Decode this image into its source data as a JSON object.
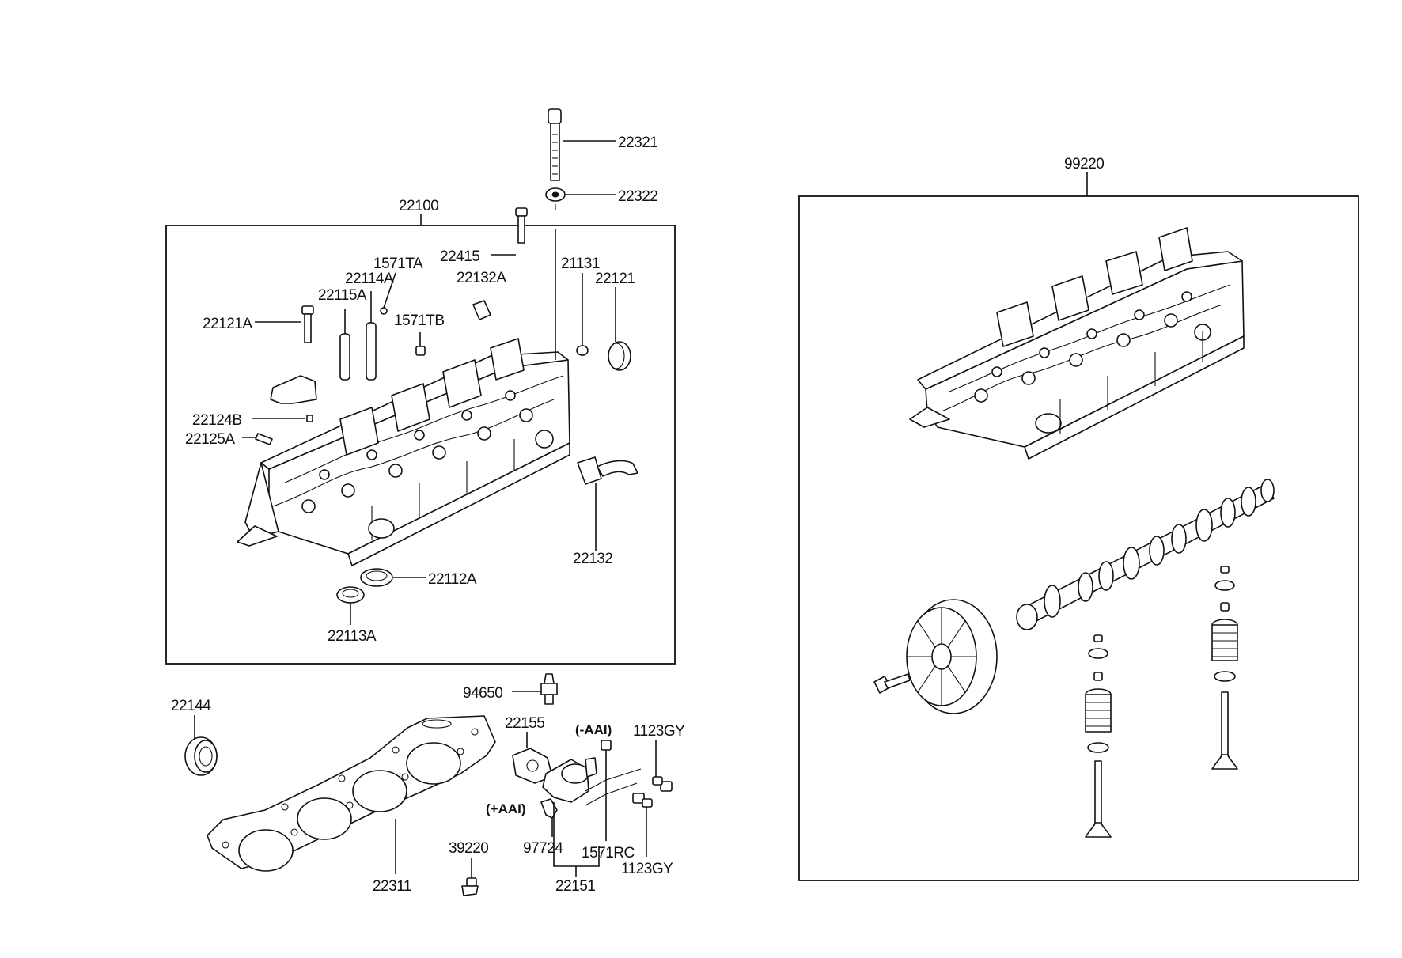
{
  "labels": {
    "p22321": "22321",
    "p22322": "22322",
    "p22100": "22100",
    "p22415": "22415",
    "p1571TA": "1571TA",
    "p22114A": "22114A",
    "p22115A": "22115A",
    "p22132A": "22132A",
    "p21131": "21131",
    "p22121": "22121",
    "p1571TB": "1571TB",
    "p22121A": "22121A",
    "p22124B": "22124B",
    "p22125A": "22125A",
    "p22132": "22132",
    "p22112A": "22112A",
    "p22113A": "22113A",
    "p94650": "94650",
    "p22144": "22144",
    "p22155": "22155",
    "pAAIminus": "(-AAI)",
    "p1123GY_top": "1123GY",
    "pAAIplus": "(+AAI)",
    "p97724": "97724",
    "p1571RC": "1571RC",
    "p1123GY_bottom": "1123GY",
    "p39220": "39220",
    "p22311": "22311",
    "p22151": "22151",
    "p99220": "99220"
  }
}
